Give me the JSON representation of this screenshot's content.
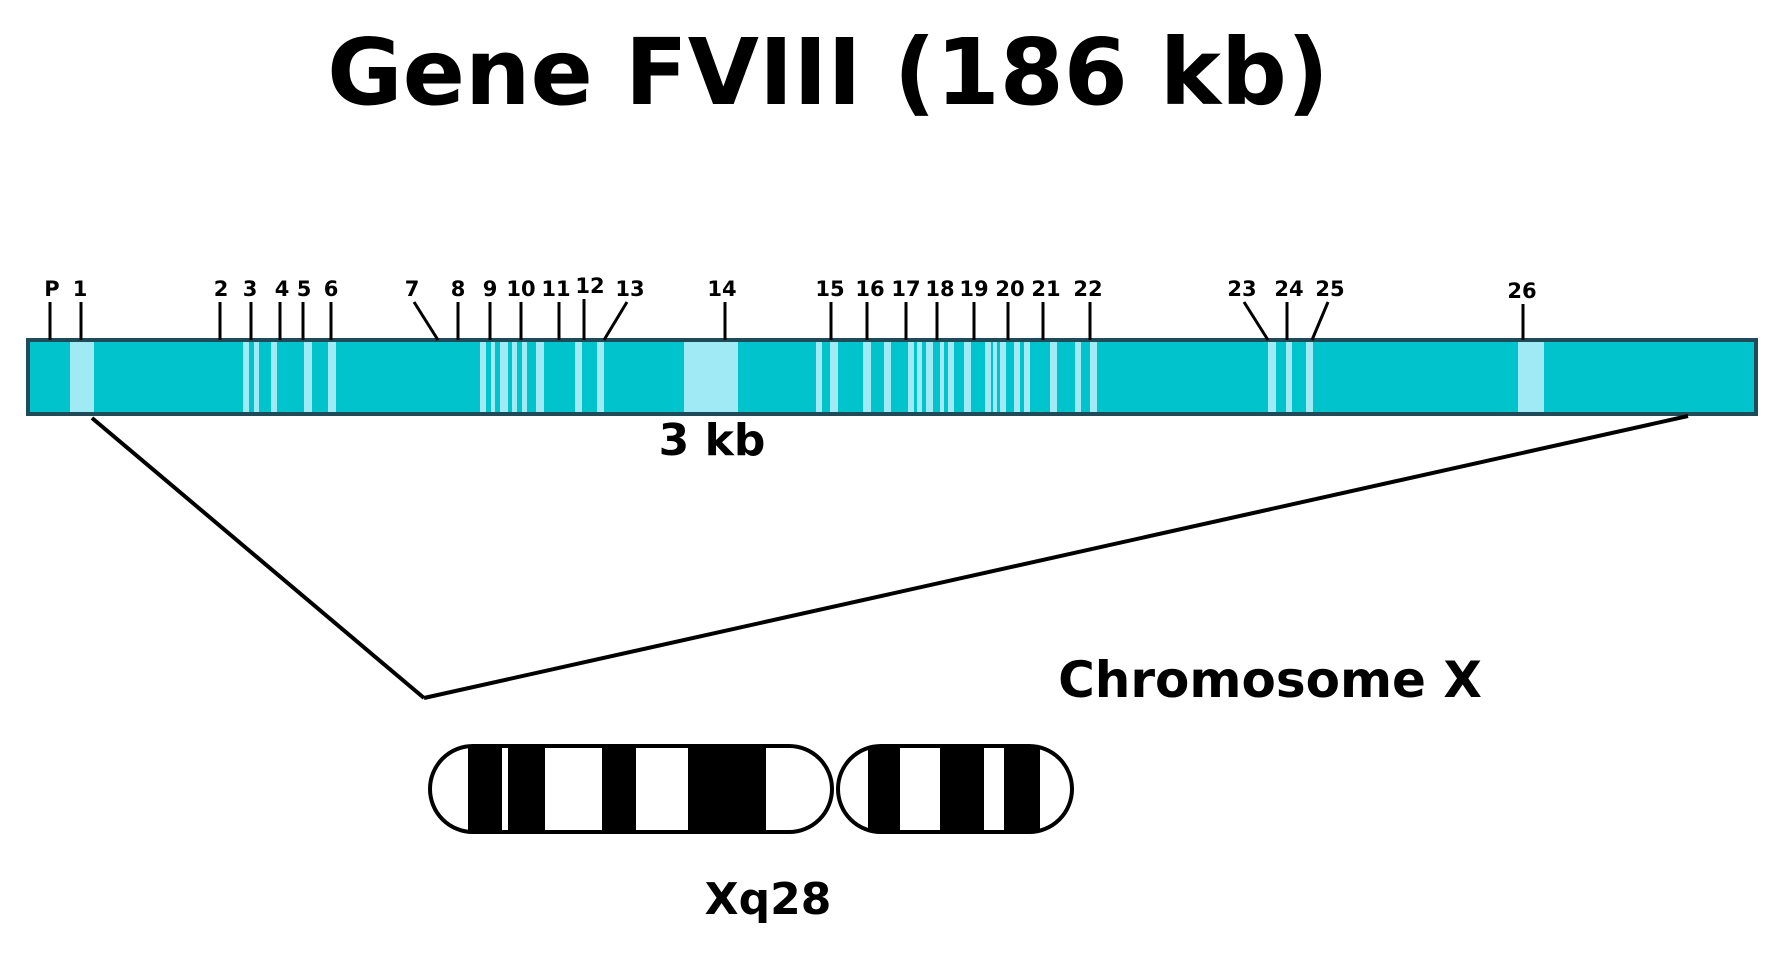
{
  "title": "Gene FVIII (186 kb)",
  "scale_label": "3 kb",
  "chromosome_label": "Chromosome X",
  "band_label": "Xq28",
  "colors": {
    "gene_body": "#00c3cb",
    "exon": "#9feaf5",
    "outline": "#1f4a57",
    "ink": "#000000",
    "chromosome_fill": "#ffffff"
  },
  "markers": [
    {
      "label": "P"
    },
    {
      "label": "1"
    },
    {
      "label": "2"
    },
    {
      "label": "3"
    },
    {
      "label": "4"
    },
    {
      "label": "5"
    },
    {
      "label": "6"
    },
    {
      "label": "7"
    },
    {
      "label": "8"
    },
    {
      "label": "9"
    },
    {
      "label": "10"
    },
    {
      "label": "11"
    },
    {
      "label": "12"
    },
    {
      "label": "13"
    },
    {
      "label": "14"
    },
    {
      "label": "15"
    },
    {
      "label": "16"
    },
    {
      "label": "17"
    },
    {
      "label": "18"
    },
    {
      "label": "19"
    },
    {
      "label": "20"
    },
    {
      "label": "21"
    },
    {
      "label": "22"
    },
    {
      "label": "23"
    },
    {
      "label": "24"
    },
    {
      "label": "25"
    },
    {
      "label": "26"
    }
  ]
}
